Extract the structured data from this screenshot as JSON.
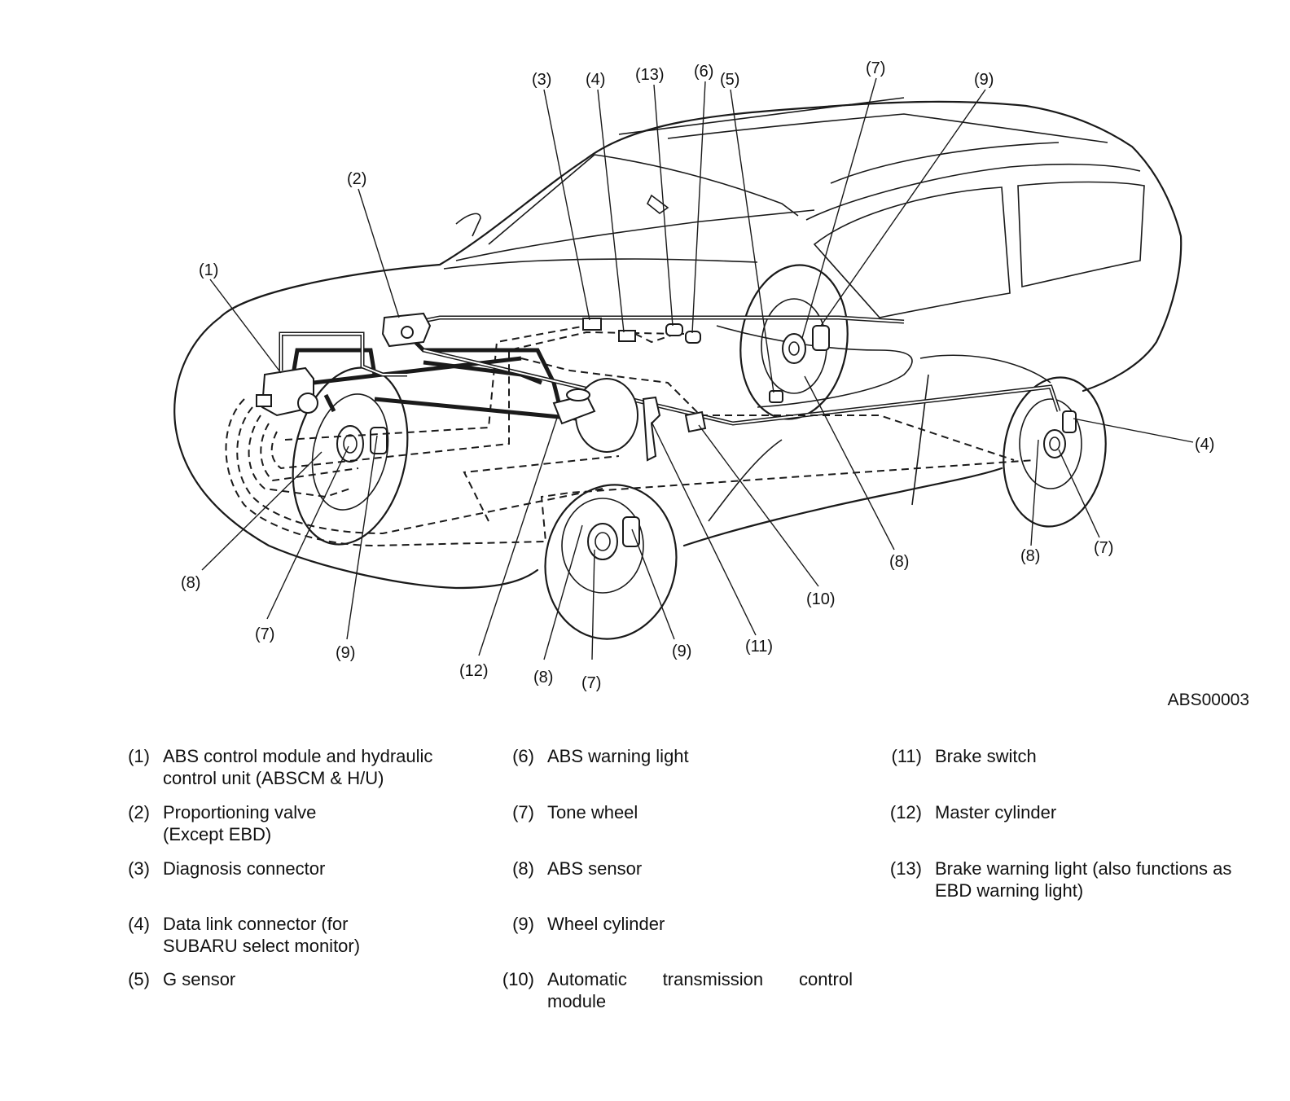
{
  "figure_code": "ABS00003",
  "callouts": {
    "c1": "(1)",
    "c2": "(2)",
    "c3": "(3)",
    "c4": "(4)",
    "c5": "(5)",
    "c6": "(6)",
    "c7": "(7)",
    "c8": "(8)",
    "c9": "(9)",
    "c10": "(10)",
    "c11": "(11)",
    "c12": "(12)",
    "c13": "(13)"
  },
  "legend": [
    {
      "num": "(1)",
      "text": "ABS control module and hydraulic control unit (ABSCM & H/U)"
    },
    {
      "num": "(2)",
      "text": "Proportioning valve (Except EBD)"
    },
    {
      "num": "(3)",
      "text": "Diagnosis connector"
    },
    {
      "num": "(4)",
      "text": "Data link connector (for SUBARU select monitor)"
    },
    {
      "num": "(5)",
      "text": "G sensor"
    },
    {
      "num": "(6)",
      "text": "ABS warning light"
    },
    {
      "num": "(7)",
      "text": "Tone wheel"
    },
    {
      "num": "(8)",
      "text": "ABS sensor"
    },
    {
      "num": "(9)",
      "text": "Wheel cylinder"
    },
    {
      "num": "(10)",
      "text": "Automatic transmission control module"
    },
    {
      "num": "(11)",
      "text": "Brake switch"
    },
    {
      "num": "(12)",
      "text": "Master cylinder"
    },
    {
      "num": "(13)",
      "text": "Brake warning light (also functions as EBD warning light)"
    }
  ]
}
